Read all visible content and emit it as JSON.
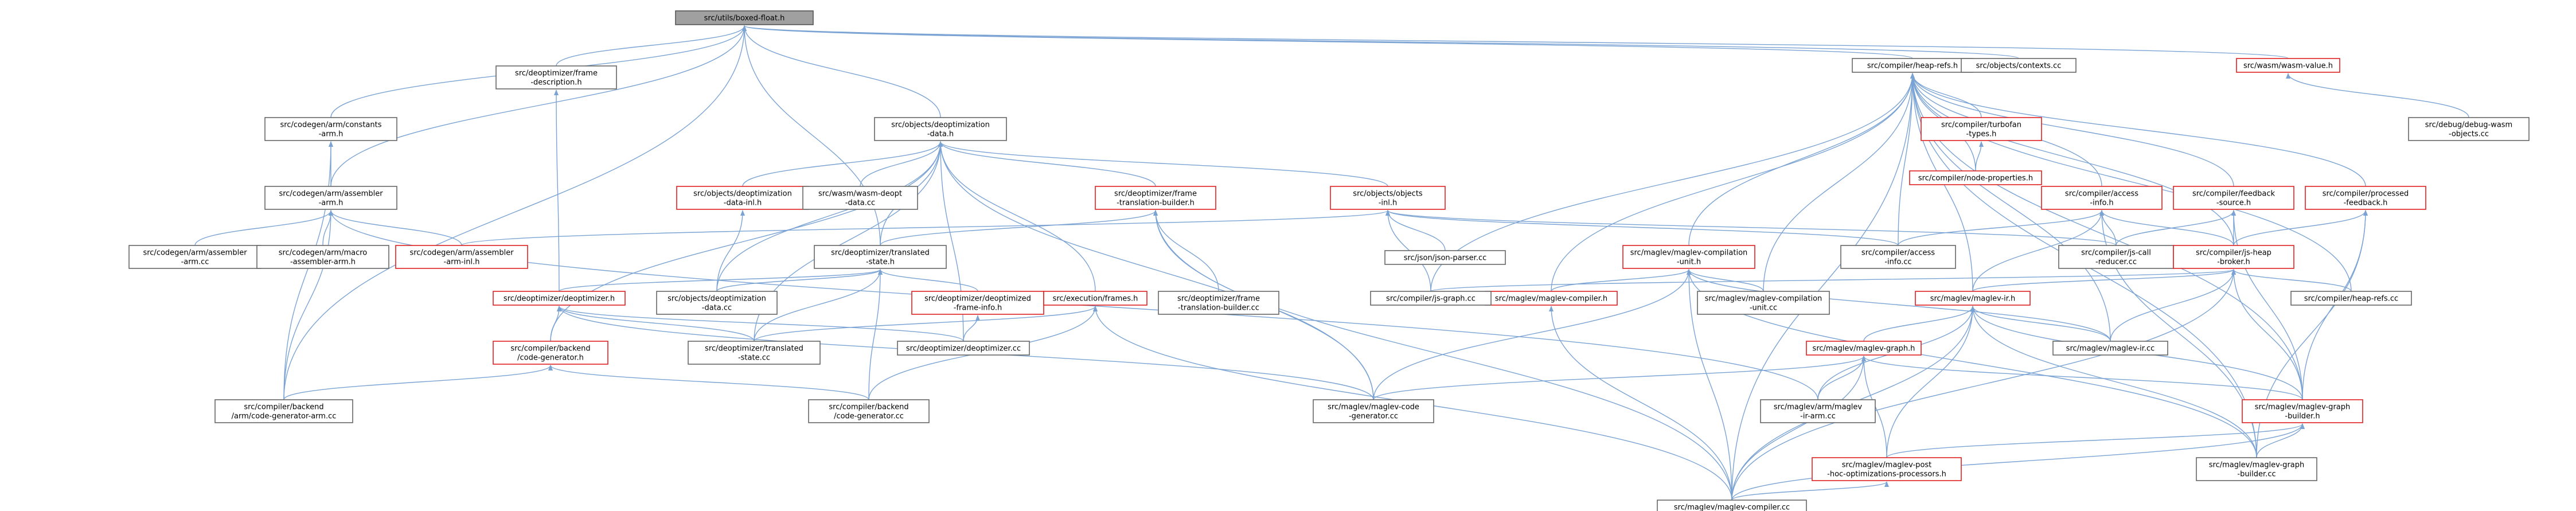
{
  "colors": {
    "root_fill": "#a0a0a0",
    "root_border": "#555555",
    "node_fill": "#ffffff",
    "normal_border": "#666666",
    "highlight_border": "#e02020",
    "edge": "#7aa3d4"
  },
  "nodes": [
    {
      "id": "root",
      "lines": [
        "src/utils/boxed-float.h"
      ],
      "style": "root"
    },
    {
      "id": "constants",
      "lines": [
        "src/codegen/arm/constants",
        "-arm.h"
      ],
      "style": "normal"
    },
    {
      "id": "frame_desc",
      "lines": [
        "src/deoptimizer/frame",
        "-description.h"
      ],
      "style": "normal"
    },
    {
      "id": "deopt_data",
      "lines": [
        "src/objects/deoptimization",
        "-data.h"
      ],
      "style": "normal"
    },
    {
      "id": "heap_refs",
      "lines": [
        "src/compiler/heap-refs.h"
      ],
      "style": "normal"
    },
    {
      "id": "contexts",
      "lines": [
        "src/objects/contexts.cc"
      ],
      "style": "normal"
    },
    {
      "id": "wasm_value",
      "lines": [
        "src/wasm/wasm-value.h"
      ],
      "style": "highlight"
    },
    {
      "id": "debug_wasm",
      "lines": [
        "src/debug/debug-wasm",
        "-objects.cc"
      ],
      "style": "normal"
    },
    {
      "id": "assembler_arm",
      "lines": [
        "src/codegen/arm/assembler",
        "-arm.h"
      ],
      "style": "normal"
    },
    {
      "id": "assembler_arm_cc",
      "lines": [
        "src/codegen/arm/assembler",
        "-arm.cc"
      ],
      "style": "normal"
    },
    {
      "id": "macro_asm",
      "lines": [
        "src/codegen/arm/macro",
        "-assembler-arm.h"
      ],
      "style": "normal"
    },
    {
      "id": "assembler_inl",
      "lines": [
        "src/codegen/arm/assembler",
        "-arm-inl.h"
      ],
      "style": "highlight"
    },
    {
      "id": "deopt_data_inl",
      "lines": [
        "src/objects/deoptimization",
        "-data-inl.h"
      ],
      "style": "highlight"
    },
    {
      "id": "wasm_deopt",
      "lines": [
        "src/wasm/wasm-deopt",
        "-data.cc"
      ],
      "style": "normal"
    },
    {
      "id": "frame_tb",
      "lines": [
        "src/deoptimizer/frame",
        "-translation-builder.h"
      ],
      "style": "highlight"
    },
    {
      "id": "objects_inl",
      "lines": [
        "src/objects/objects",
        "-inl.h"
      ],
      "style": "highlight"
    },
    {
      "id": "json_parser",
      "lines": [
        "src/json/json-parser.cc"
      ],
      "style": "normal"
    },
    {
      "id": "turbofan_types",
      "lines": [
        "src/compiler/turbofan",
        "-types.h"
      ],
      "style": "highlight"
    },
    {
      "id": "node_props",
      "lines": [
        "src/compiler/node-properties.h"
      ],
      "style": "highlight"
    },
    {
      "id": "access_info",
      "lines": [
        "src/compiler/access",
        "-info.h"
      ],
      "style": "highlight"
    },
    {
      "id": "access_info_cc",
      "lines": [
        "src/compiler/access",
        "-info.cc"
      ],
      "style": "normal"
    },
    {
      "id": "feedback_src",
      "lines": [
        "src/compiler/feedback",
        "-source.h"
      ],
      "style": "highlight"
    },
    {
      "id": "js_call",
      "lines": [
        "src/compiler/js-call",
        "-reducer.cc"
      ],
      "style": "normal"
    },
    {
      "id": "processed_fb",
      "lines": [
        "src/compiler/processed",
        "-feedback.h"
      ],
      "style": "highlight"
    },
    {
      "id": "js_heap_broker",
      "lines": [
        "src/compiler/js-heap",
        "-broker.h"
      ],
      "style": "highlight"
    },
    {
      "id": "heap_refs_cc",
      "lines": [
        "src/compiler/heap-refs.cc"
      ],
      "style": "normal"
    },
    {
      "id": "maglev_cu",
      "lines": [
        "src/maglev/maglev-compilation",
        "-unit.h"
      ],
      "style": "highlight"
    },
    {
      "id": "maglev_cu_cc",
      "lines": [
        "src/maglev/maglev-compilation",
        "-unit.cc"
      ],
      "style": "normal"
    },
    {
      "id": "maglev_compiler_h",
      "lines": [
        "src/maglev/maglev-compiler.h"
      ],
      "style": "highlight"
    },
    {
      "id": "graph_cc",
      "lines": [
        "src/compiler/js-graph.cc"
      ],
      "style": "normal"
    },
    {
      "id": "deoptimizer_h",
      "lines": [
        "src/deoptimizer/deoptimizer.h"
      ],
      "style": "highlight"
    },
    {
      "id": "translated_state",
      "lines": [
        "src/deoptimizer/translated",
        "-state.h"
      ],
      "style": "normal"
    },
    {
      "id": "deopt_data_cc",
      "lines": [
        "src/objects/deoptimization",
        "-data.cc"
      ],
      "style": "normal"
    },
    {
      "id": "deopt_frame_info",
      "lines": [
        "src/deoptimizer/deoptimized",
        "-frame-info.h"
      ],
      "style": "highlight"
    },
    {
      "id": "exec_frames",
      "lines": [
        "src/execution/frames.h"
      ],
      "style": "highlight"
    },
    {
      "id": "frame_tb_cc",
      "lines": [
        "src/deoptimizer/frame",
        "-translation-builder.cc"
      ],
      "style": "normal"
    },
    {
      "id": "codegen_h",
      "lines": [
        "src/compiler/backend",
        "/code-generator.h"
      ],
      "style": "highlight"
    },
    {
      "id": "translated_state_cc",
      "lines": [
        "src/deoptimizer/translated",
        "-state.cc"
      ],
      "style": "normal"
    },
    {
      "id": "deoptimizer_cc",
      "lines": [
        "src/deoptimizer/deoptimizer.cc"
      ],
      "style": "normal"
    },
    {
      "id": "codegen_arm_cc",
      "lines": [
        "src/compiler/backend",
        "/arm/code-generator-arm.cc"
      ],
      "style": "normal"
    },
    {
      "id": "codegen_cc",
      "lines": [
        "src/compiler/backend",
        "/code-generator.cc"
      ],
      "style": "normal"
    },
    {
      "id": "maglev_codegen_cc",
      "lines": [
        "src/maglev/maglev-code",
        "-generator.cc"
      ],
      "style": "normal"
    },
    {
      "id": "maglev_ir_h",
      "lines": [
        "src/maglev/maglev-ir.h"
      ],
      "style": "highlight"
    },
    {
      "id": "maglev_ir_cc",
      "lines": [
        "src/maglev/maglev-ir.cc"
      ],
      "style": "normal"
    },
    {
      "id": "maglev_graph_h",
      "lines": [
        "src/maglev/maglev-graph.h"
      ],
      "style": "highlight"
    },
    {
      "id": "maglev_ir_arm",
      "lines": [
        "src/maglev/arm/maglev",
        "-ir-arm.cc"
      ],
      "style": "normal"
    },
    {
      "id": "maglev_gb_h",
      "lines": [
        "src/maglev/maglev-graph",
        "-builder.h"
      ],
      "style": "highlight"
    },
    {
      "id": "maglev_post",
      "lines": [
        "src/maglev/maglev-post",
        "-hoc-optimizations-processors.h"
      ],
      "style": "highlight"
    },
    {
      "id": "maglev_gb_cc",
      "lines": [
        "src/maglev/maglev-graph",
        "-builder.cc"
      ],
      "style": "normal"
    },
    {
      "id": "maglev_compiler_cc",
      "lines": [
        "src/maglev/maglev-compiler.cc"
      ],
      "style": "normal"
    }
  ],
  "edges": [
    [
      "constants",
      "root"
    ],
    [
      "frame_desc",
      "root"
    ],
    [
      "deopt_data",
      "root"
    ],
    [
      "heap_refs",
      "root"
    ],
    [
      "contexts",
      "root"
    ],
    [
      "wasm_value",
      "root"
    ],
    [
      "assembler_arm",
      "root"
    ],
    [
      "translated_state",
      "root"
    ],
    [
      "codegen_arm_cc",
      "root"
    ],
    [
      "debug_wasm",
      "wasm_value"
    ],
    [
      "assembler_arm",
      "constants"
    ],
    [
      "codegen_arm_cc",
      "constants"
    ],
    [
      "deoptimizer_h",
      "frame_desc"
    ],
    [
      "assembler_arm_cc",
      "assembler_arm"
    ],
    [
      "macro_asm",
      "assembler_arm"
    ],
    [
      "assembler_inl",
      "assembler_arm"
    ],
    [
      "codegen_arm_cc",
      "assembler_arm"
    ],
    [
      "maglev_ir_arm",
      "assembler_arm"
    ],
    [
      "deopt_data_inl",
      "deopt_data"
    ],
    [
      "wasm_deopt",
      "deopt_data"
    ],
    [
      "frame_tb",
      "deopt_data"
    ],
    [
      "objects_inl",
      "deopt_data"
    ],
    [
      "translated_state",
      "deopt_data"
    ],
    [
      "deopt_data_cc",
      "deopt_data"
    ],
    [
      "exec_frames",
      "deopt_data"
    ],
    [
      "deoptimizer_cc",
      "deopt_data"
    ],
    [
      "codegen_h",
      "deopt_data"
    ],
    [
      "maglev_codegen_cc",
      "deopt_data"
    ],
    [
      "translated_state_cc",
      "deopt_data"
    ],
    [
      "deopt_data_cc",
      "deopt_data_inl"
    ],
    [
      "translated_state",
      "frame_tb"
    ],
    [
      "frame_tb_cc",
      "frame_tb"
    ],
    [
      "maglev_codegen_cc",
      "frame_tb"
    ],
    [
      "maglev_compiler_cc",
      "frame_tb"
    ],
    [
      "assembler_inl",
      "objects_inl"
    ],
    [
      "json_parser",
      "objects_inl"
    ],
    [
      "access_info_cc",
      "objects_inl"
    ],
    [
      "graph_cc",
      "objects_inl"
    ],
    [
      "js_call",
      "objects_inl"
    ],
    [
      "turbofan_types",
      "heap_refs"
    ],
    [
      "node_props",
      "heap_refs"
    ],
    [
      "access_info",
      "heap_refs"
    ],
    [
      "access_info_cc",
      "heap_refs"
    ],
    [
      "feedback_src",
      "heap_refs"
    ],
    [
      "processed_fb",
      "heap_refs"
    ],
    [
      "js_heap_broker",
      "heap_refs"
    ],
    [
      "heap_refs_cc",
      "heap_refs"
    ],
    [
      "maglev_cu",
      "heap_refs"
    ],
    [
      "maglev_cu_cc",
      "heap_refs"
    ],
    [
      "maglev_compiler_h",
      "heap_refs"
    ],
    [
      "graph_cc",
      "heap_refs"
    ],
    [
      "maglev_ir_h",
      "heap_refs"
    ],
    [
      "maglev_gb_h",
      "heap_refs"
    ],
    [
      "maglev_gb_cc",
      "heap_refs"
    ],
    [
      "maglev_compiler_cc",
      "heap_refs"
    ],
    [
      "maglev_ir_cc",
      "heap_refs"
    ],
    [
      "node_props",
      "turbofan_types"
    ],
    [
      "access_info_cc",
      "access_info"
    ],
    [
      "js_call",
      "access_info"
    ],
    [
      "js_heap_broker",
      "access_info"
    ],
    [
      "maglev_ir_h",
      "access_info"
    ],
    [
      "maglev_gb_cc",
      "access_info"
    ],
    [
      "js_call",
      "feedback_src"
    ],
    [
      "js_heap_broker",
      "feedback_src"
    ],
    [
      "maglev_gb_h",
      "feedback_src"
    ],
    [
      "js_heap_broker",
      "processed_fb"
    ],
    [
      "maglev_gb_h",
      "processed_fb"
    ],
    [
      "maglev_gb_cc",
      "processed_fb"
    ],
    [
      "heap_refs_cc",
      "js_heap_broker"
    ],
    [
      "graph_cc",
      "js_heap_broker"
    ],
    [
      "maglev_ir_h",
      "js_heap_broker"
    ],
    [
      "maglev_gb_h",
      "js_heap_broker"
    ],
    [
      "maglev_compiler_cc",
      "js_heap_broker"
    ],
    [
      "maglev_ir_cc",
      "js_heap_broker"
    ],
    [
      "maglev_cu_cc",
      "maglev_cu"
    ],
    [
      "maglev_compiler_h",
      "maglev_cu"
    ],
    [
      "maglev_codegen_cc",
      "maglev_cu"
    ],
    [
      "maglev_compiler_cc",
      "maglev_cu"
    ],
    [
      "maglev_gb_cc",
      "maglev_cu"
    ],
    [
      "maglev_ir_cc",
      "maglev_cu"
    ],
    [
      "maglev_compiler_cc",
      "maglev_compiler_h"
    ],
    [
      "maglev_ir_cc",
      "maglev_ir_h"
    ],
    [
      "maglev_graph_h",
      "maglev_ir_h"
    ],
    [
      "maglev_ir_arm",
      "maglev_ir_h"
    ],
    [
      "maglev_gb_h",
      "maglev_ir_h"
    ],
    [
      "maglev_post",
      "maglev_ir_h"
    ],
    [
      "maglev_gb_cc",
      "maglev_ir_h"
    ],
    [
      "maglev_compiler_cc",
      "maglev_ir_h"
    ],
    [
      "maglev_codegen_cc",
      "maglev_graph_h"
    ],
    [
      "maglev_ir_arm",
      "maglev_graph_h"
    ],
    [
      "maglev_gb_h",
      "maglev_graph_h"
    ],
    [
      "maglev_post",
      "maglev_graph_h"
    ],
    [
      "maglev_compiler_cc",
      "maglev_graph_h"
    ],
    [
      "maglev_gb_cc",
      "maglev_gb_h"
    ],
    [
      "maglev_post",
      "maglev_gb_h"
    ],
    [
      "maglev_compiler_cc",
      "maglev_gb_h"
    ],
    [
      "maglev_compiler_cc",
      "maglev_post"
    ],
    [
      "deoptimizer_h",
      "translated_state"
    ],
    [
      "deopt_data_cc",
      "translated_state"
    ],
    [
      "translated_state_cc",
      "translated_state"
    ],
    [
      "deopt_frame_info",
      "translated_state"
    ],
    [
      "codegen_cc",
      "translated_state"
    ],
    [
      "deoptimizer_cc",
      "deopt_frame_info"
    ],
    [
      "translated_state_cc",
      "exec_frames"
    ],
    [
      "codegen_cc",
      "exec_frames"
    ],
    [
      "maglev_compiler_cc",
      "exec_frames"
    ],
    [
      "codegen_h",
      "deoptimizer_h"
    ],
    [
      "translated_state_cc",
      "deoptimizer_h"
    ],
    [
      "deoptimizer_cc",
      "deoptimizer_h"
    ],
    [
      "maglev_codegen_cc",
      "deoptimizer_h"
    ],
    [
      "codegen_arm_cc",
      "codegen_h"
    ],
    [
      "codegen_cc",
      "codegen_h"
    ]
  ]
}
